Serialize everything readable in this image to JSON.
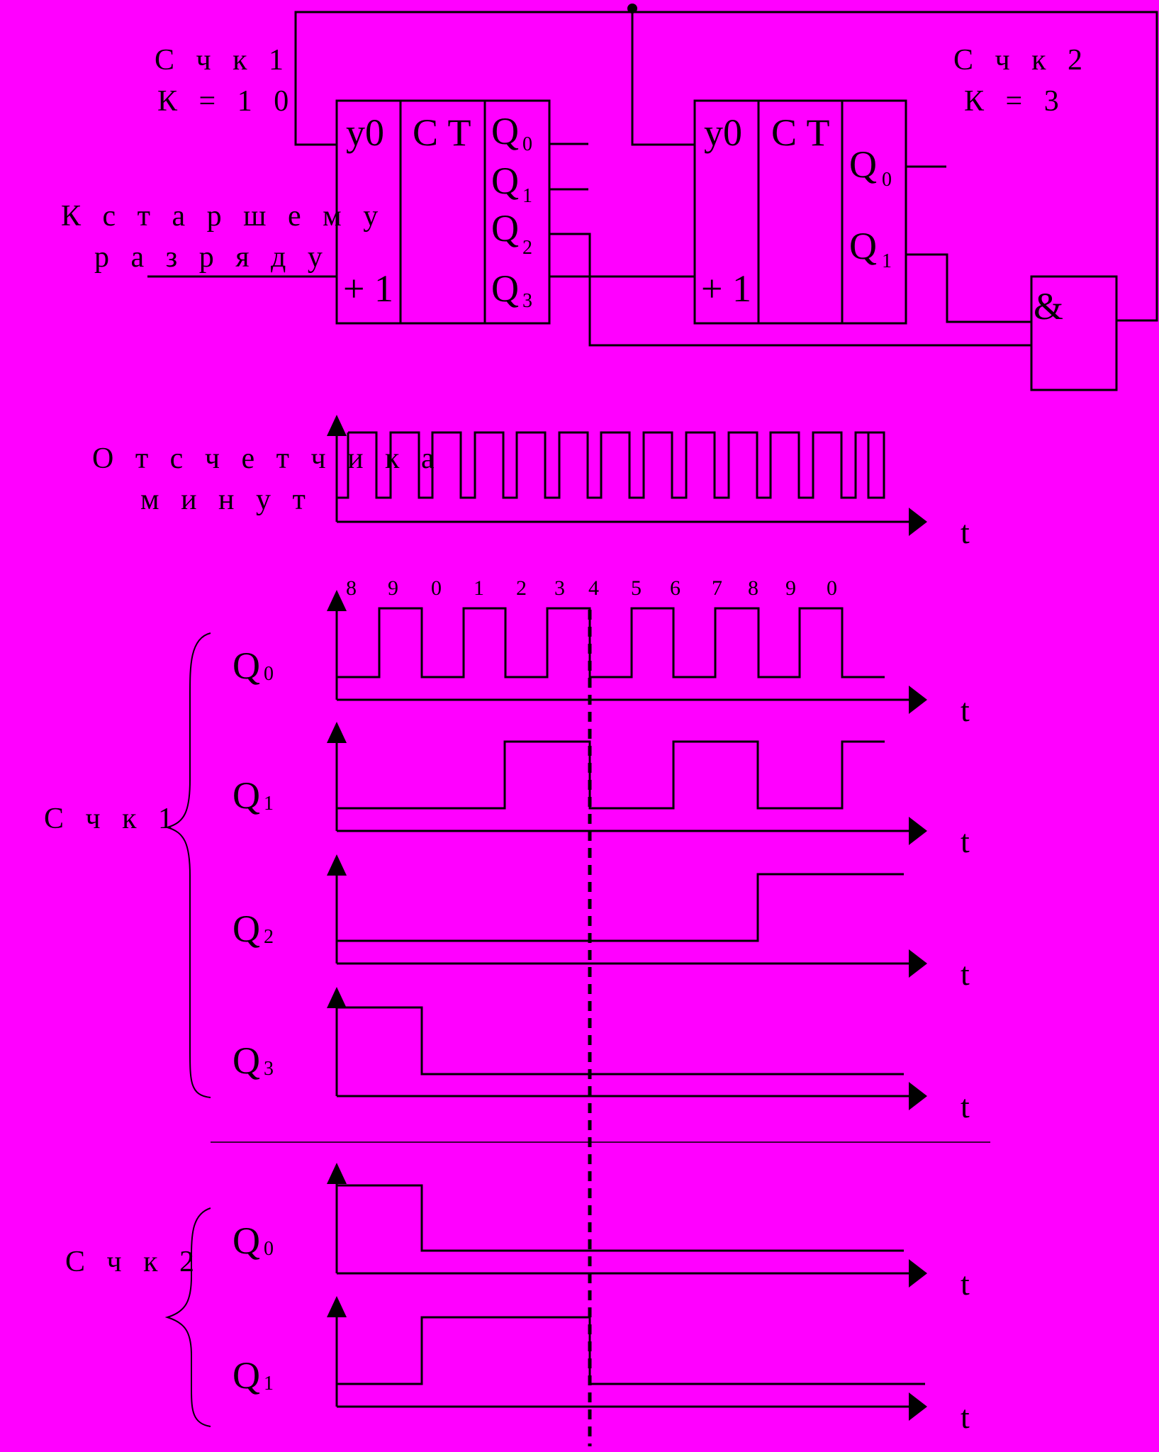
{
  "circuit": {
    "counter1": {
      "title": "С ч к 1",
      "k": "К = 1 0",
      "reset": "у0",
      "ct": "С Т",
      "plus": "+ 1"
    },
    "counter2": {
      "title": "С ч к 2",
      "k": "К = 3",
      "reset": "у0",
      "ct": "С Т",
      "plus": "+ 1"
    },
    "outputs_q": "Q",
    "out_idx1": [
      "0",
      "1",
      "2",
      "3"
    ],
    "out_idx2": [
      "0",
      "1"
    ],
    "input_label_1": "К   с т а р ш е м у",
    "input_label_2": "р а з р я д у",
    "and_gate": "&"
  },
  "timing": {
    "clock_label_1": "О т   с ч е т ч и к а",
    "clock_label_2": "м и н у т",
    "count_labels": [
      "8",
      "9",
      "0",
      "1",
      "2",
      "3",
      "4",
      "5",
      "6",
      "7",
      "8",
      "9",
      "0"
    ],
    "group1": "С ч к 1",
    "group2": "С ч к 2",
    "q": "Q",
    "t": "t",
    "row_idx": [
      "0",
      "1",
      "2",
      "3",
      "0",
      "1"
    ]
  }
}
